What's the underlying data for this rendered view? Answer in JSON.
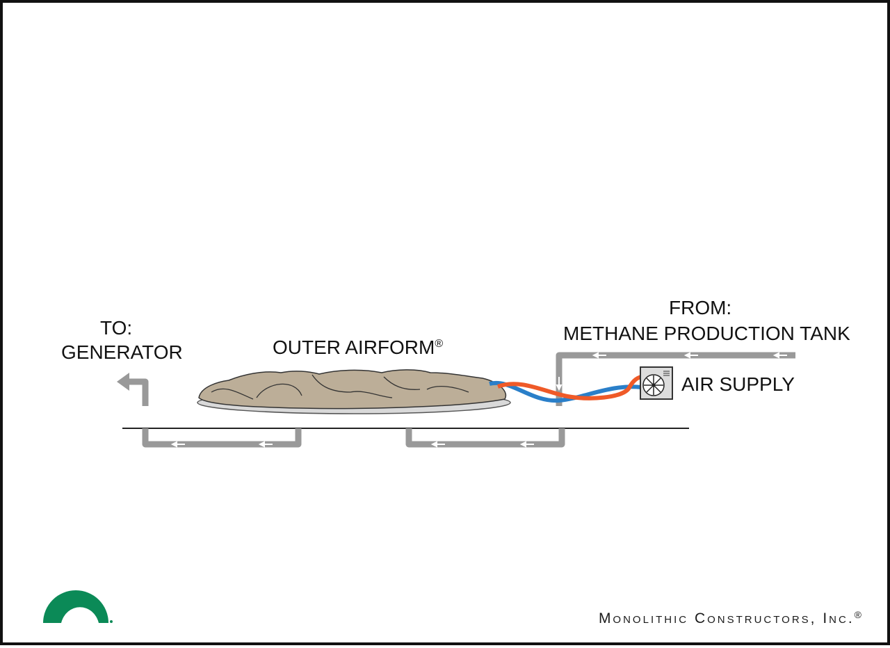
{
  "labels": {
    "to_line1": "TO:",
    "to_line2": "GENERATOR",
    "airform_text": "OUTER AIRFORM",
    "registered_mark": "®",
    "from_line1": "FROM:",
    "from_line2": "METHANE PRODUCTION TANK",
    "air_supply": "AIR SUPPLY"
  },
  "footer": {
    "company_main": "Monolithic Constructors, Inc.",
    "registered_mark": "®"
  },
  "icons": {
    "logo": "monolithic-dome-logo",
    "fan": "fan-icon",
    "arrow": "arrow-left-icon"
  },
  "colors": {
    "pipe": "#999999",
    "airform": "#bcae98",
    "ground": "#222222",
    "hot_hose": "#ef5a28",
    "cold_hose": "#2a7fc9",
    "logo_green": "#0b8a57",
    "frame": "#111111"
  }
}
